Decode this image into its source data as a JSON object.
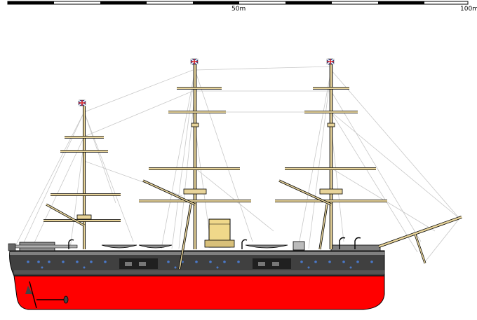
{
  "scale_bar": {
    "label_mid": "50m",
    "label_end": "100m",
    "segments": 10
  },
  "colors": {
    "hull_lower": "#ff0000",
    "hull_upper": "#404040",
    "deck": "#808080",
    "spars": "#e8d49a",
    "funnel": "#f0d88a",
    "rigging": "#c8c8c8",
    "portholes": "#4a78c8"
  },
  "icons": [
    "union-jack-flag-icon",
    "anchor-icon"
  ]
}
